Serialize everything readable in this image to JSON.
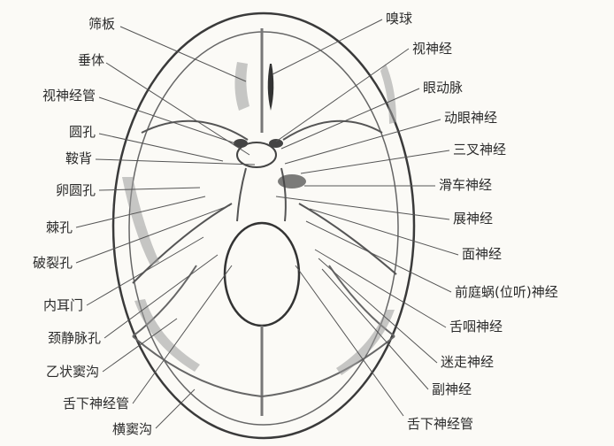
{
  "diagram": {
    "title": "",
    "labels_left": [
      {
        "id": "shaiban",
        "text": "筛板"
      },
      {
        "id": "chuiti",
        "text": "垂体"
      },
      {
        "id": "shishenjingguan",
        "text": "视神经管"
      },
      {
        "id": "yuankong",
        "text": "圆孔"
      },
      {
        "id": "anbei",
        "text": "鞍背"
      },
      {
        "id": "luanyuankong",
        "text": "卵圆孔"
      },
      {
        "id": "jikong",
        "text": "棘孔"
      },
      {
        "id": "polikong",
        "text": "破裂孔"
      },
      {
        "id": "neiermen",
        "text": "内耳门"
      },
      {
        "id": "jingjingmaikong",
        "text": "颈静脉孔"
      },
      {
        "id": "yizhuangdougou",
        "text": "乙状窦沟"
      },
      {
        "id": "shexiashenjingguan_l",
        "text": "舌下神经管"
      },
      {
        "id": "hengdougou",
        "text": "横窦沟"
      }
    ],
    "labels_right": [
      {
        "id": "xiuqiu",
        "text": "嗅球"
      },
      {
        "id": "shishenjing",
        "text": "视神经"
      },
      {
        "id": "yandongmai",
        "text": "眼动脉"
      },
      {
        "id": "dongyanshenjing",
        "text": "动眼神经"
      },
      {
        "id": "sanchashenjing",
        "text": "三叉神经"
      },
      {
        "id": "huacheshenjing",
        "text": "滑车神经"
      },
      {
        "id": "zhanshenjing",
        "text": "展神经"
      },
      {
        "id": "mianshenjing",
        "text": "面神经"
      },
      {
        "id": "qiantingwoshenjing",
        "text": "前庭蜗(位听)神经"
      },
      {
        "id": "sheyanshenjing",
        "text": "舌咽神经"
      },
      {
        "id": "mizoushenjing",
        "text": "迷走神经"
      },
      {
        "id": "fushenjing",
        "text": "副神经"
      },
      {
        "id": "shexiashenjingguan_r",
        "text": "舌下神经管"
      }
    ]
  }
}
